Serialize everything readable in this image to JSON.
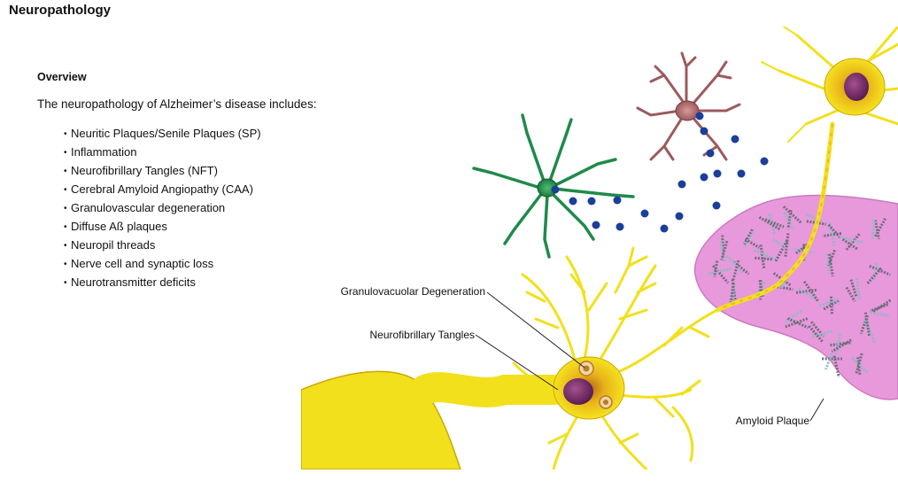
{
  "page": {
    "title": "Neuropathology"
  },
  "overview": {
    "heading": "Overview",
    "intro": "The neuropathology of Alzheimer’s disease includes:",
    "items": [
      "Neuritic Plaques/Senile Plaques (SP)",
      "Inflammation",
      "Neurofibrillary Tangles (NFT)",
      "Cerebral Amyloid Angiopathy (CAA)",
      "Granulovascular degeneration",
      "Diffuse Aß plaques",
      "Neuropil threads",
      "Nerve cell and synaptic loss",
      "Neurotransmitter deficits"
    ]
  },
  "illustration": {
    "labels": {
      "granulovacuolar": "Granulovacuolar Degeneration",
      "tangles": "Neurofibrillary Tangles",
      "plaque": "Amyloid Plaque"
    },
    "colors": {
      "neuron": "#f2e01c",
      "neuron_edge": "#c9a800",
      "nucleus": "#7a2f6e",
      "plaque": "#e58fd8",
      "microglia": "#1f8a4a",
      "astrocyte": "#9c5a5e",
      "dots": "#1a3f9a"
    }
  }
}
